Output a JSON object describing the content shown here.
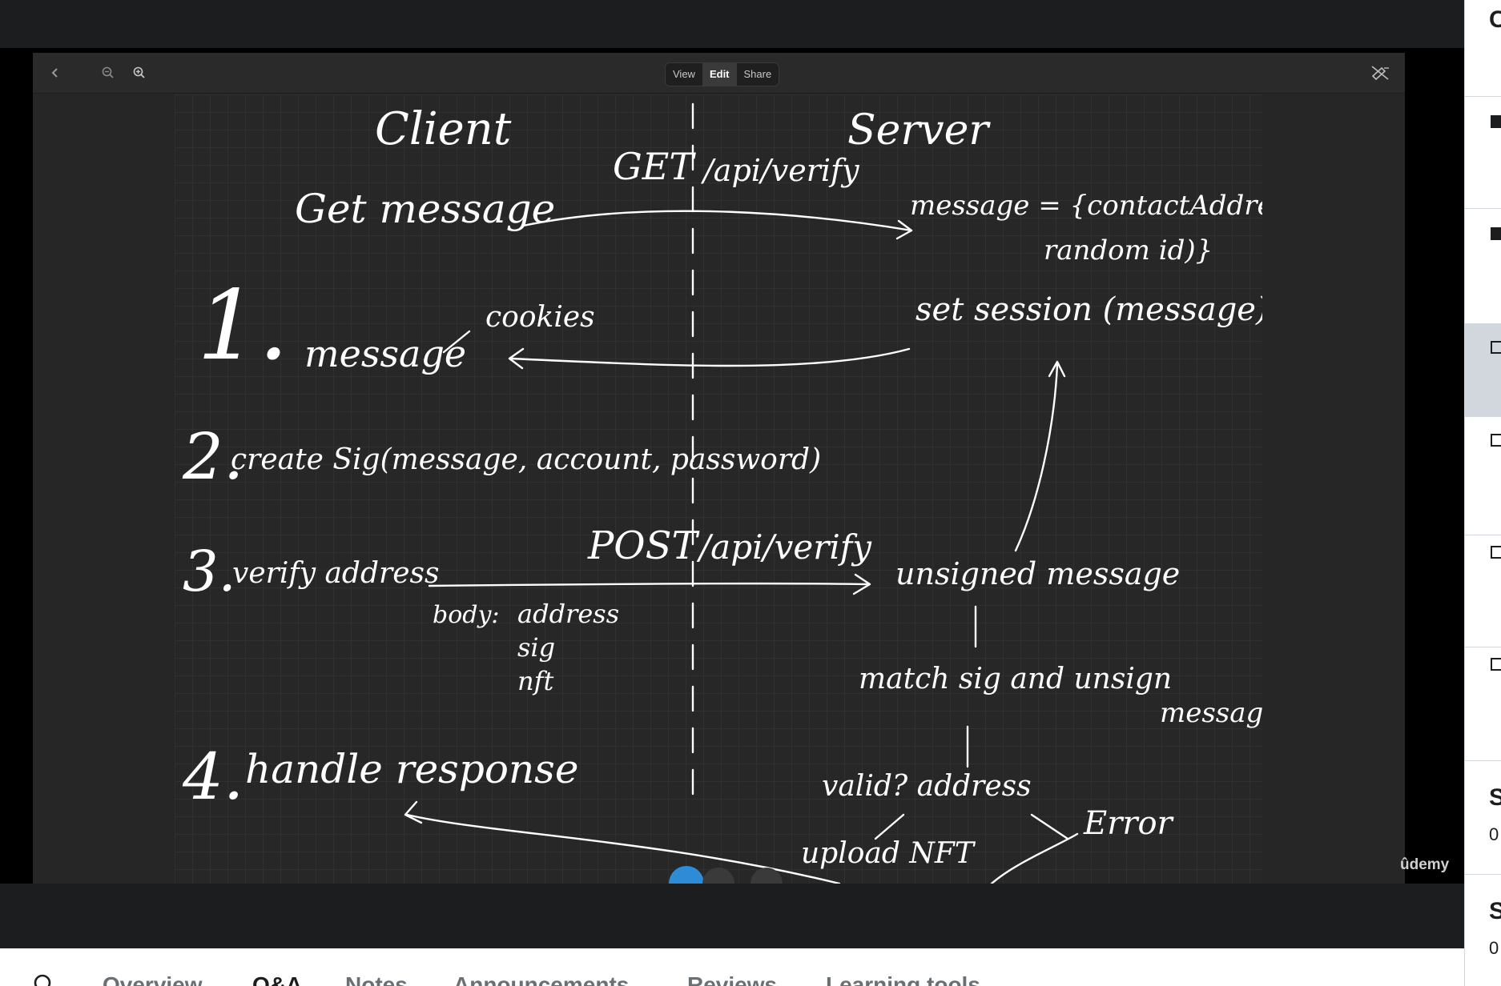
{
  "app": {
    "toolbar": {
      "back_icon": "chevron-left-icon",
      "zoom_out_icon": "zoom-out-icon",
      "zoom_in_icon": "zoom-in-icon",
      "modes": [
        "View",
        "Edit",
        "Share"
      ],
      "active_mode": "Edit",
      "pen_off_icon": "pen-off-icon"
    },
    "watermark": "ûdemy"
  },
  "whiteboard": {
    "headers": {
      "client": "Client",
      "server": "Server"
    },
    "get_request": {
      "method": "GET",
      "path": "/api/verify"
    },
    "step1_client": "Get message",
    "server_message_line1": "message = {contactAddress,",
    "server_message_line2": "random id)}",
    "set_session": "set session (message)",
    "step1_number": "1.",
    "step1_result": "message",
    "cookies": "cookies",
    "step2_number": "2.",
    "step2_text": "create Sig(message, account, password)",
    "post_request": {
      "method": "POST",
      "path": "/api/verify"
    },
    "step3_number": "3.",
    "step3_text": "verify address",
    "body_label": "body:",
    "body_fields": [
      "address",
      "sig",
      "nft"
    ],
    "unsigned_message": "unsigned message",
    "match_line1": "match sig and unsign",
    "match_line2": "message",
    "valid_address": "valid? address",
    "error": "Error",
    "upload_nft": "upload NFT",
    "step4_number": "4.",
    "step4_text": "handle response"
  },
  "sidebar": {
    "items": [
      {
        "state": "done",
        "icon": "checkbox-checked-icon"
      },
      {
        "state": "done",
        "icon": "checkbox-checked-icon"
      },
      {
        "state": "current",
        "icon": "checkbox-empty-icon"
      },
      {
        "state": "todo",
        "icon": "checkbox-empty-icon"
      },
      {
        "state": "todo",
        "icon": "checkbox-empty-icon"
      },
      {
        "state": "todo",
        "icon": "checkbox-empty-icon"
      }
    ],
    "header_letter": "C",
    "section_letters": [
      "S",
      "S"
    ],
    "section_digits": [
      "0",
      "0"
    ]
  },
  "tabs": {
    "search_icon": "search-icon",
    "items": [
      "Overview",
      "Q&A",
      "Notes",
      "Announcements",
      "Reviews",
      "Learning tools"
    ],
    "active": "Q&A"
  }
}
